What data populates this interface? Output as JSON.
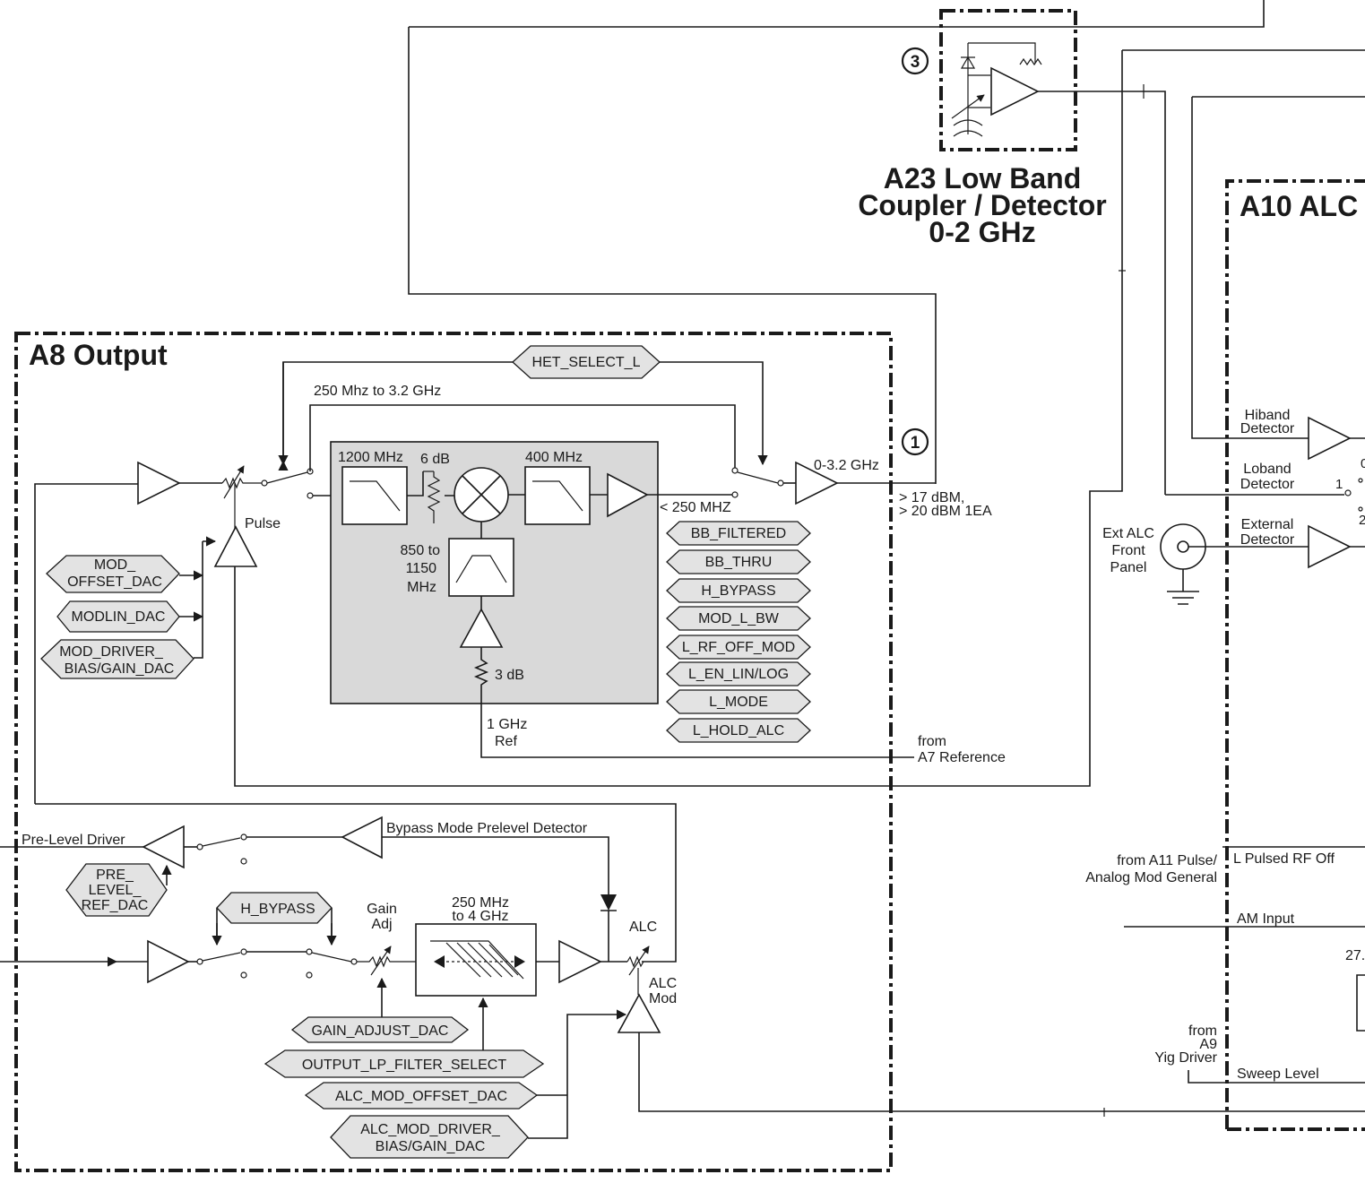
{
  "blocks": {
    "a23_line1": "A23 Low Band",
    "a23_line2": "Coupler / Detector",
    "a23_line3": "0-2 GHz",
    "a10": "A10 ALC",
    "a8": "A8 Output"
  },
  "callouts": {
    "c1": "1",
    "c3": "3"
  },
  "signals": {
    "het_select": "HET_SELECT_L",
    "freq_range": "250 Mhz to 3.2 GHz",
    "filter_1200": "1200 MHz",
    "atten_6db": "6 dB",
    "filter_400": "400 MHz",
    "bp_line1": "850 to",
    "bp_line2": "1150",
    "bp_line3": "MHz",
    "atten_3db": "3 dB",
    "ref_line1": "1 GHz",
    "ref_line2": "Ref",
    "lt250": "< 250 MHZ",
    "out_range": "0-3.2 GHz",
    "pwr_line1": "> 17 dBM,",
    "pwr_line2": "> 20 dBM 1EA",
    "pulse": "Pulse",
    "from_a7_line1": "from",
    "from_a7_line2": "A7 Reference",
    "pre_level_driver": "Pre-Level Driver",
    "bypass_detector": "Bypass Mode Prelevel Detector",
    "gain_adj_line1": "Gain",
    "gain_adj_line2": "Adj",
    "lp_line1": "250 MHz",
    "lp_line2": "to 4 GHz",
    "alc": "ALC",
    "alc_mod_line1": "ALC",
    "alc_mod_line2": "Mod",
    "hiband_line1": "Hiband",
    "hiband_line2": "Detector",
    "loband_line1": "Loband",
    "loband_line2": "Detector",
    "loband_pin": "1",
    "ext_alc_line1": "Ext ALC",
    "ext_alc_line2": "Front",
    "ext_alc_line3": "Panel",
    "external_line1": "External",
    "external_line2": "Detector",
    "from_a11_line1": "from A11 Pulse/",
    "from_a11_line2": "Analog Mod General",
    "l_pulsed_rf_off": "L Pulsed RF Off",
    "am_input": "AM Input",
    "from_a9_line1": "from",
    "from_a9_line2": "A9",
    "from_a9_line3": "Yig Driver",
    "sweep_level": "Sweep Level",
    "partial_27": "27.",
    "partial_0": "0",
    "partial_2": "2"
  },
  "control_tags": {
    "mod_offset_line1": "MOD_",
    "mod_offset_line2": "OFFSET_DAC",
    "modlin": "MODLIN_DAC",
    "mod_driver_line1": "MOD_DRIVER_",
    "mod_driver_line2": "BIAS/GAIN_DAC",
    "bb_filtered": "BB_FILTERED",
    "bb_thru": "BB_THRU",
    "h_bypass_upper": "H_BYPASS",
    "mod_l_bw": "MOD_L_BW",
    "l_rf_off_mod": "L_RF_OFF_MOD",
    "l_en_lin_log": "L_EN_LIN/LOG",
    "l_mode": "L_MODE",
    "l_hold_alc": "L_HOLD_ALC",
    "pre_level_line1": "PRE_",
    "pre_level_line2": "LEVEL_",
    "pre_level_line3": "REF_DAC",
    "h_bypass_lower": "H_BYPASS",
    "gain_adjust_dac": "GAIN_ADJUST_DAC",
    "output_lp_filter_select": "OUTPUT_LP_FILTER_SELECT",
    "alc_mod_offset_dac": "ALC_MOD_OFFSET_DAC",
    "alc_mod_driver_line1": "ALC_MOD_DRIVER_",
    "alc_mod_driver_line2": "BIAS/GAIN_DAC"
  }
}
